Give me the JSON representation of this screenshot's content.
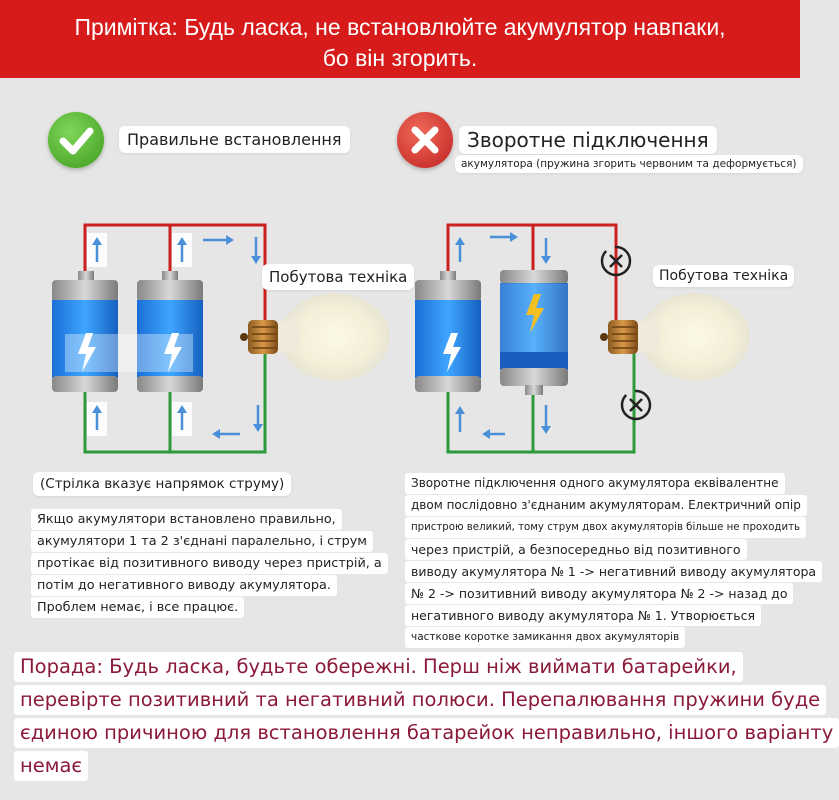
{
  "banner": {
    "line1": "Примітка: Будь ласка, не встановлюйте акумулятор навпаки,",
    "line2": "бо він згорить."
  },
  "left": {
    "status_icon": "check-icon",
    "title": "Правильне встановлення",
    "device_label": "Побутова техніка",
    "arrow_note": "(Стрілка вказує напрямок струму)",
    "description": [
      "Якщо акумулятори встановлено правильно,",
      "акумулятори 1 та 2 з'єднані паралельно, і струм",
      "протікає від позитивного виводу через пристрій, а",
      "потім до негативного виводу акумулятора.",
      "Проблем немає, і все працює."
    ]
  },
  "right": {
    "status_icon": "cross-icon",
    "title": "Зворотне підключення",
    "subtitle": "акумулятора (пружина згорить червоним та деформується)",
    "device_label": "Побутова техніка",
    "description": [
      "Зворотне підключення одного акумулятора еквівалентне",
      "двом послідовно з'єднаним акумуляторам. Електричний опір",
      "пристрою великий, тому струм двох акумуляторів більше не проходить",
      "через пристрій, а безпосередньо від позитивного",
      "виводу акумулятора № 1 -> негативний виводу акумулятора",
      "№ 2 -> позитивний виводу акумулятора № 2 -> назад до",
      "негативного виводу акумулятора № 1. Утворюється",
      "часткове коротке замикання двох акумуляторів"
    ]
  },
  "tip": {
    "lines": [
      "Порада: Будь ласка, будьте обережні. Перш ніж виймати батарейки,",
      "перевірте позитивний та негативний полюси. Перепалювання пружини буде",
      "єдиною причиною для встановлення батарейок неправильно, іншого варіанту",
      "немає"
    ]
  },
  "colors": {
    "banner": "#d71a1a",
    "wire_positive": "#cc1f1f",
    "wire_negative": "#2a9a3a",
    "arrow": "#4a90d9",
    "check": "#4caf2a",
    "cross": "#d32f2f",
    "tip_text": "#8b1a3a"
  }
}
